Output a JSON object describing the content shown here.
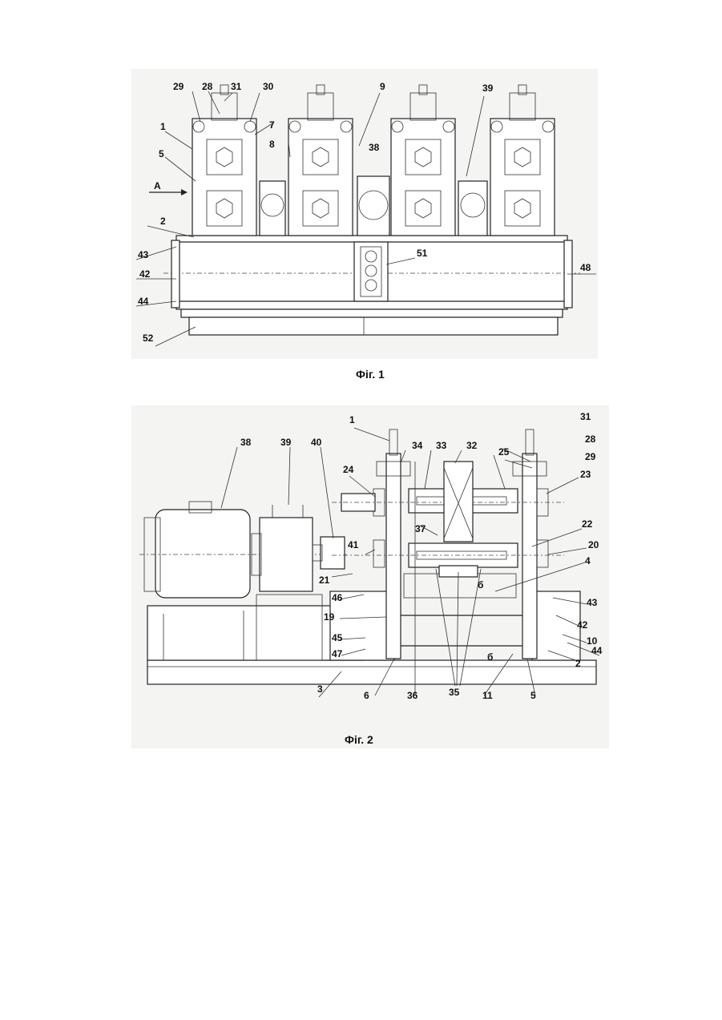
{
  "fig1": {
    "caption": "Фіг. 1",
    "callouts": [
      "29",
      "28",
      "31",
      "30",
      "9",
      "39",
      "1",
      "7",
      "8",
      "38",
      "5",
      "A",
      "2",
      "43",
      "51",
      "48",
      "42",
      "44",
      "52"
    ]
  },
  "fig2": {
    "caption": "Фіг. 2",
    "callouts": [
      "1",
      "31",
      "38",
      "39",
      "40",
      "34",
      "33",
      "32",
      "28",
      "29",
      "24",
      "25",
      "23",
      "41",
      "37",
      "22",
      "20",
      "21",
      "4",
      "46",
      "43",
      "19",
      "42",
      "45",
      "10",
      "47",
      "44",
      "2",
      "3",
      "6",
      "36",
      "35",
      "11",
      "5",
      "б",
      "б"
    ]
  }
}
